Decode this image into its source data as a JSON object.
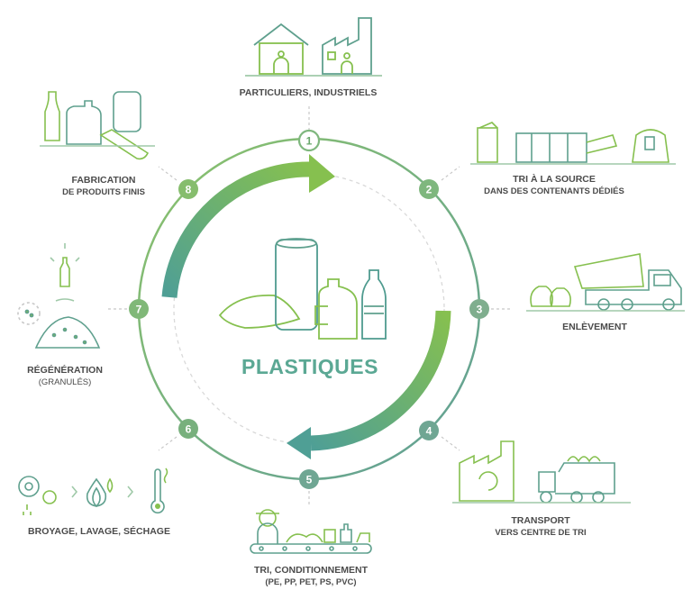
{
  "title": "PLASTIQUES",
  "colors": {
    "ring": "#7fb77e",
    "ring_blue": "#5f9e98",
    "arrow_green": "#86c04f",
    "arrow_teal": "#4f9f95",
    "icon_green": "#8cc36a",
    "icon_teal": "#4f9b8f",
    "text": "#4b4b4b"
  },
  "steps": [
    {
      "num": "1",
      "label": "PARTICULIERS, INDUSTRIELS",
      "sub": ""
    },
    {
      "num": "2",
      "label": "TRI À LA SOURCE",
      "sub": "DANS DES CONTENANTS DÉDIÉS"
    },
    {
      "num": "3",
      "label": "ENLÈVEMENT",
      "sub": ""
    },
    {
      "num": "4",
      "label": "TRANSPORT",
      "sub": "VERS CENTRE DE TRI"
    },
    {
      "num": "5",
      "label": "TRI, CONDITIONNEMENT",
      "sub": "(PE, PP, PET, PS, PVC)"
    },
    {
      "num": "6",
      "label": "BROYAGE, LAVAGE, SÉCHAGE",
      "sub": ""
    },
    {
      "num": "7",
      "label": "RÉGÉNÉRATION",
      "sub": "(GRANULÉS)"
    },
    {
      "num": "8",
      "label": "FABRICATION",
      "sub": "DE PRODUITS FINIS"
    }
  ]
}
